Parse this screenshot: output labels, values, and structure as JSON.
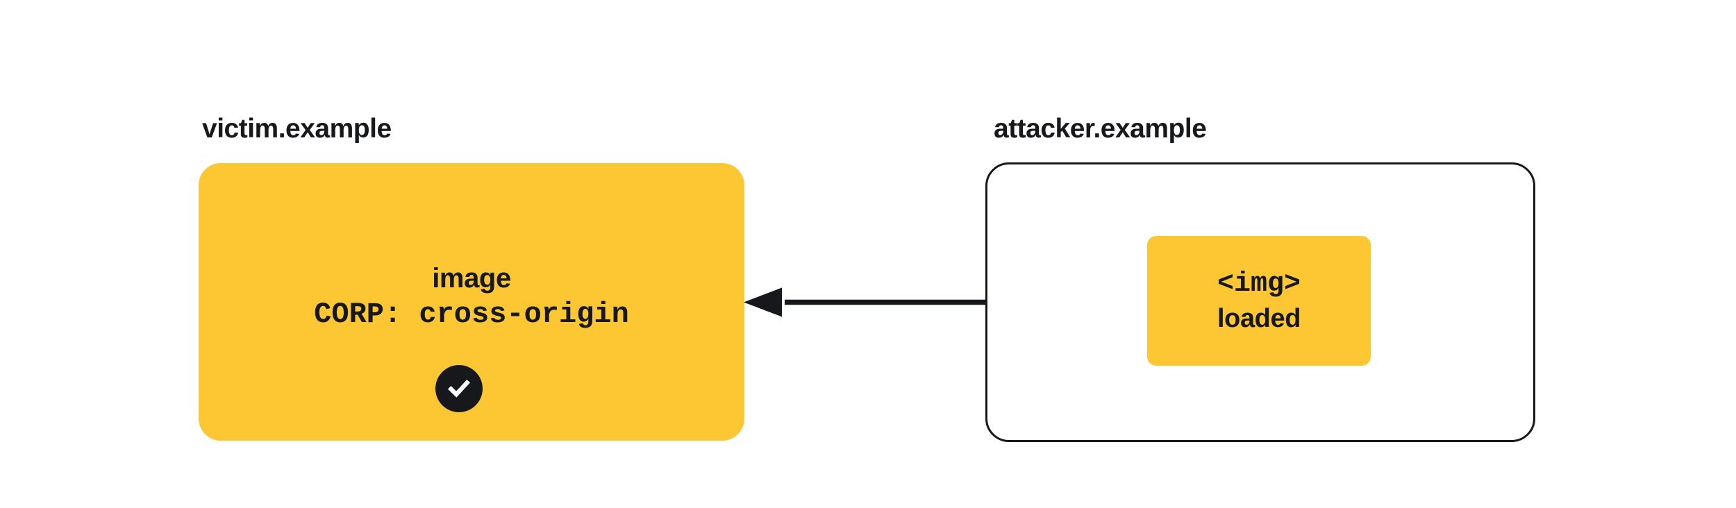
{
  "diagram": {
    "background_color": "#ffffff",
    "accent_color": "#fcc733",
    "ink_color": "#16181c",
    "victim": {
      "origin_label": "victim.example",
      "badge_icon": "check-circle-icon",
      "badge_meaning": "allowed",
      "resource_name": "image",
      "resource_header": "CORP: cross-origin"
    },
    "attacker": {
      "origin_label": "attacker.example",
      "element_tag": "<img>",
      "element_status": "loaded"
    },
    "arrow": {
      "icon": "arrow-left-icon",
      "direction": "right-to-left",
      "from": "attacker.example",
      "to": "victim.example"
    }
  }
}
